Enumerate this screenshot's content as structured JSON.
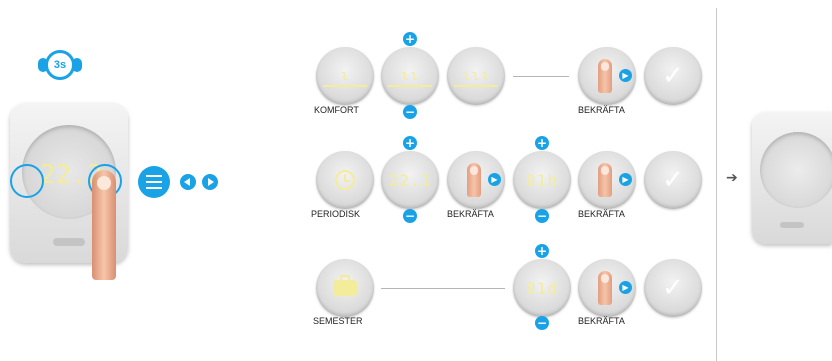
{
  "timer": {
    "label": "3s"
  },
  "device": {
    "display": "22.2"
  },
  "rows": {
    "komfort": {
      "label": "KOMFORT",
      "confirm": "BEKRÄFTA"
    },
    "periodisk": {
      "label": "PERIODISK",
      "temp": "22.1",
      "hours": "01h",
      "confirm1": "BEKRÄFTA",
      "confirm2": "BEKRÄFTA"
    },
    "semester": {
      "label": "SEMESTER",
      "days": "01d",
      "confirm": "BEKRÄFTA"
    }
  },
  "icons": {
    "plus": "+",
    "minus": "−",
    "check": "✓",
    "arrow_right": "➔",
    "play": "▶"
  },
  "colors": {
    "accent": "#1aa2e6",
    "display_yellow": "#f3ec9a"
  }
}
